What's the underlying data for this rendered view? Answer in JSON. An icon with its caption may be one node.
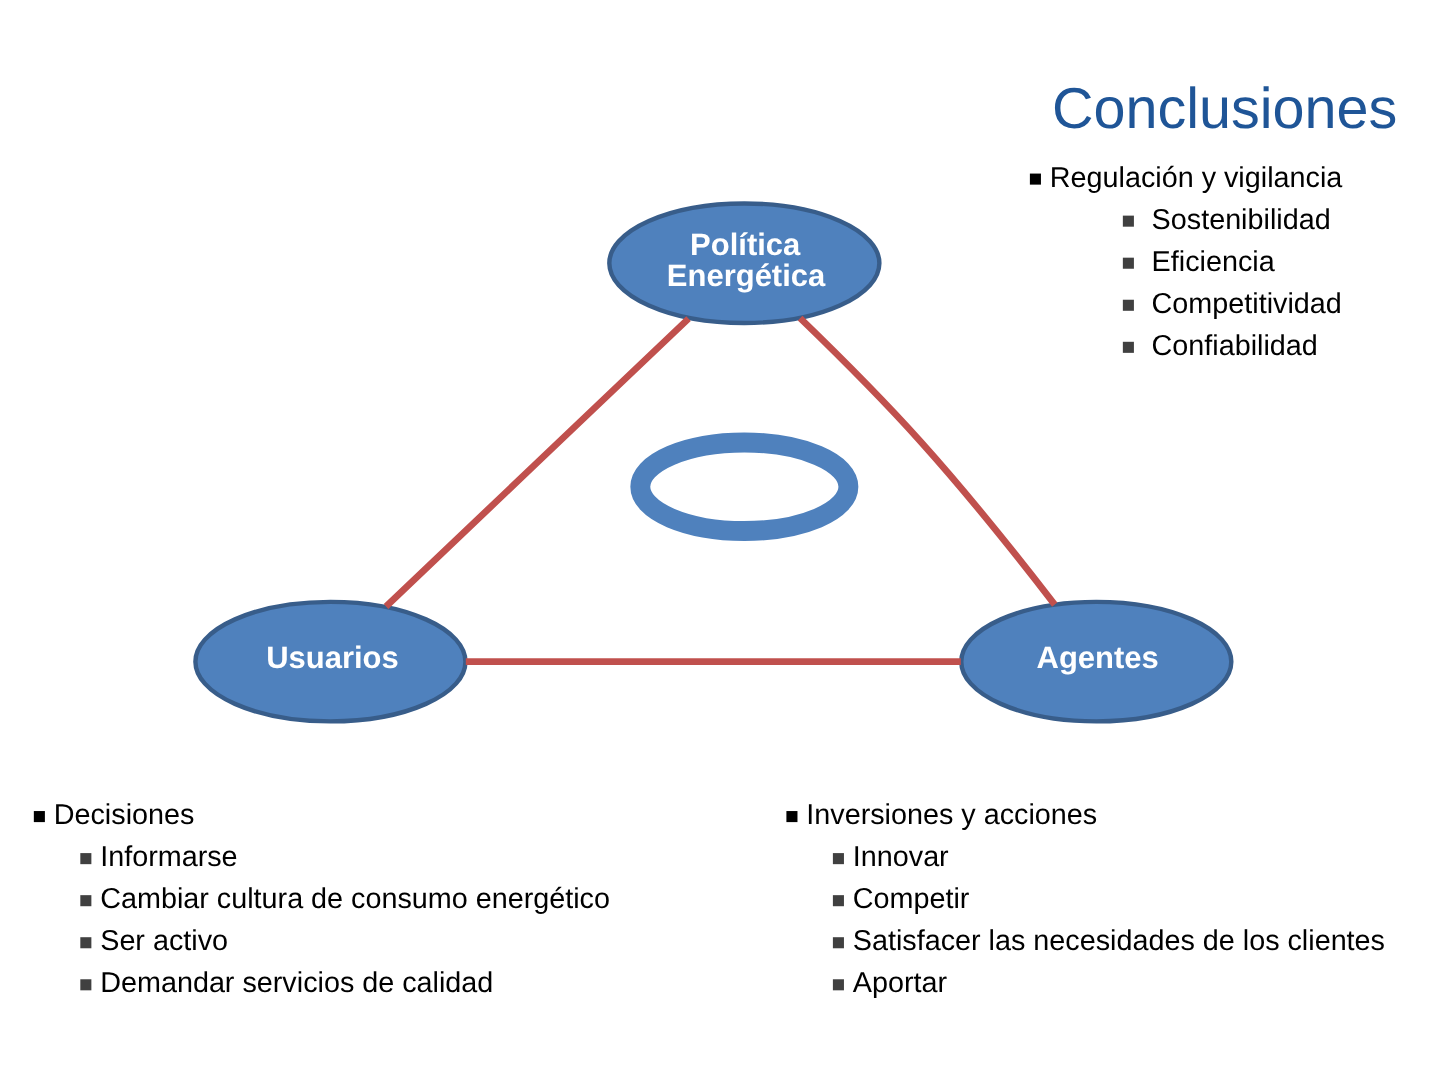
{
  "diagram": {
    "title": "Conclusiones",
    "nodes": [
      {
        "text": [
          "Política Energética"
        ],
        "beside": [
          "Regulación y vigilancia",
          "Sostenibilidad",
          "Eficiencia",
          "Competitividad",
          "Confiabilidad"
        ]
      },
      {
        "text": [],
        "shape": "cycle"
      },
      {
        "text": [
          "Usuarios"
        ],
        "beside": [
          "Decisiones",
          "Informarse",
          "Cambiar cultura de consumo energético",
          "Ser activo",
          "Demandar servicios de calidad"
        ]
      },
      {
        "text": [
          "Agentes"
        ],
        "beside": [
          "Inversiones y acciones",
          "Innovar",
          "Competir",
          "Satisfacer las necesidades de los clientes",
          "Aportar"
        ]
      }
    ],
    "edges": [
      {
        "from": 0,
        "to": 2,
        "arrow": "none"
      },
      {
        "from": 0,
        "to": 3,
        "arrow": "none"
      },
      {
        "from": 2,
        "to": 3,
        "arrow": "none"
      }
    ]
  }
}
